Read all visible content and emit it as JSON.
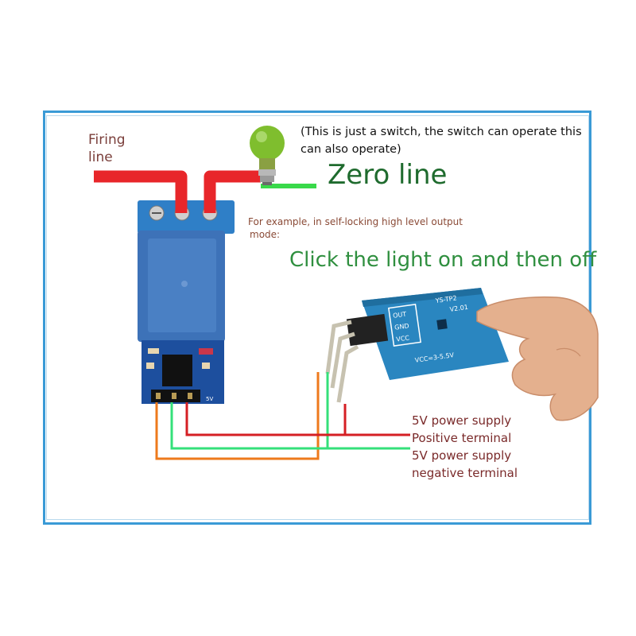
{
  "labels": {
    "firing_line": [
      "Firing",
      "line"
    ],
    "switch_note": [
      "(This is just a switch, the switch can operate this",
      "can also operate)"
    ],
    "zero_line": "Zero line",
    "example_mode": [
      "For example, in self-locking high level output",
      "mode:"
    ],
    "click_note": "Click the light on and then off"
  },
  "power_labels": [
    "5V power supply",
    "Positive terminal",
    "5V power supply",
    "negative terminal"
  ],
  "touch_module": {
    "model": "YS-TP2",
    "version": "V2.01",
    "pins": [
      "OUT",
      "GND",
      "VCC"
    ],
    "voltage": "VCC=3-5.5V"
  },
  "relay_board": {
    "pin_labels": [
      "5V"
    ]
  },
  "colors": {
    "firing_wire": "#e8262a",
    "zero_wire": "#39d94a",
    "signal_wire": "#ee7a1c",
    "power_positive": "#d51f24",
    "power_negative": "#34e07a",
    "relay_blue": "#3d72b8",
    "touch_pad": "#2a86c0",
    "frame": "#3a9ad6"
  }
}
